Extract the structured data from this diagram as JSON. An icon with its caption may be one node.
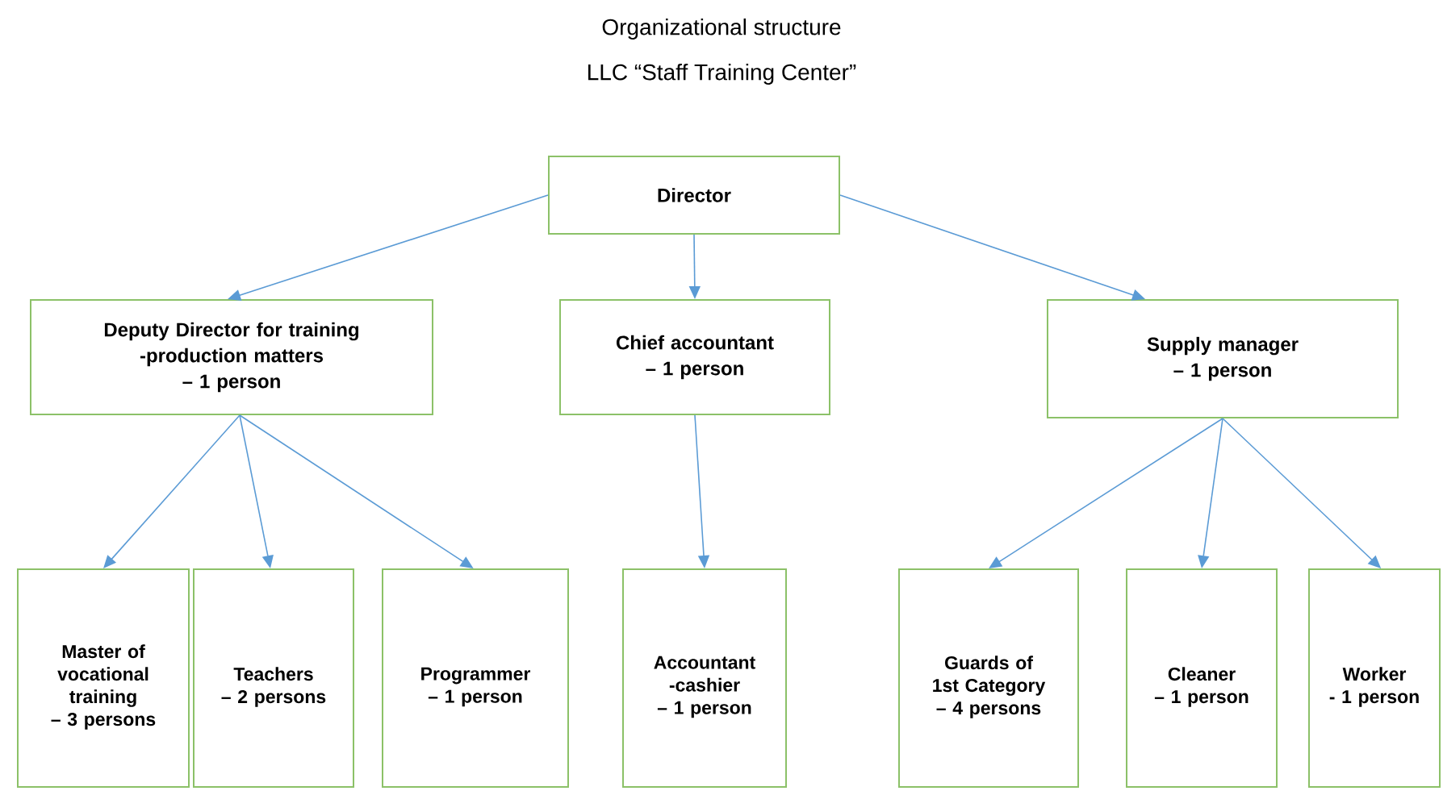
{
  "diagram": {
    "title": "Organizational structure",
    "nodes": [
      {
        "text": [
          "Director"
        ]
      },
      {
        "text": [
          "Deputy Director for training -production matters",
          "– 1 person"
        ]
      },
      {
        "text": [
          "Chief accountant",
          "– 1 person"
        ]
      },
      {
        "text": [
          "Supply manager",
          "– 1 person"
        ]
      },
      {
        "text": [
          "Master of vocational training",
          "– 3 persons"
        ]
      },
      {
        "text": [
          "Teachers",
          "– 2 persons"
        ]
      },
      {
        "text": [
          "Programmer",
          "– 1 person"
        ]
      },
      {
        "text": [
          "Accountant -cashier",
          "– 1 person"
        ]
      },
      {
        "text": [
          "Guards of 1st Category",
          "–  4 persons"
        ]
      },
      {
        "text": [
          "Cleaner",
          "– 1 person"
        ]
      },
      {
        "text": [
          "Worker",
          "- 1 person"
        ]
      }
    ],
    "edges": [
      {
        "from": 0,
        "to": 1,
        "arrow": "to"
      },
      {
        "from": 0,
        "to": 2,
        "arrow": "to"
      },
      {
        "from": 0,
        "to": 3,
        "arrow": "to"
      },
      {
        "from": 1,
        "to": 4,
        "arrow": "to"
      },
      {
        "from": 1,
        "to": 5,
        "arrow": "to"
      },
      {
        "from": 1,
        "to": 6,
        "arrow": "to"
      },
      {
        "from": 2,
        "to": 7,
        "arrow": "to"
      },
      {
        "from": 3,
        "to": 8,
        "arrow": "to"
      },
      {
        "from": 3,
        "to": 9,
        "arrow": "to"
      },
      {
        "from": 3,
        "to": 10,
        "arrow": "to"
      }
    ],
    "labels": [
      "LLC “Staff Training Center”"
    ]
  }
}
